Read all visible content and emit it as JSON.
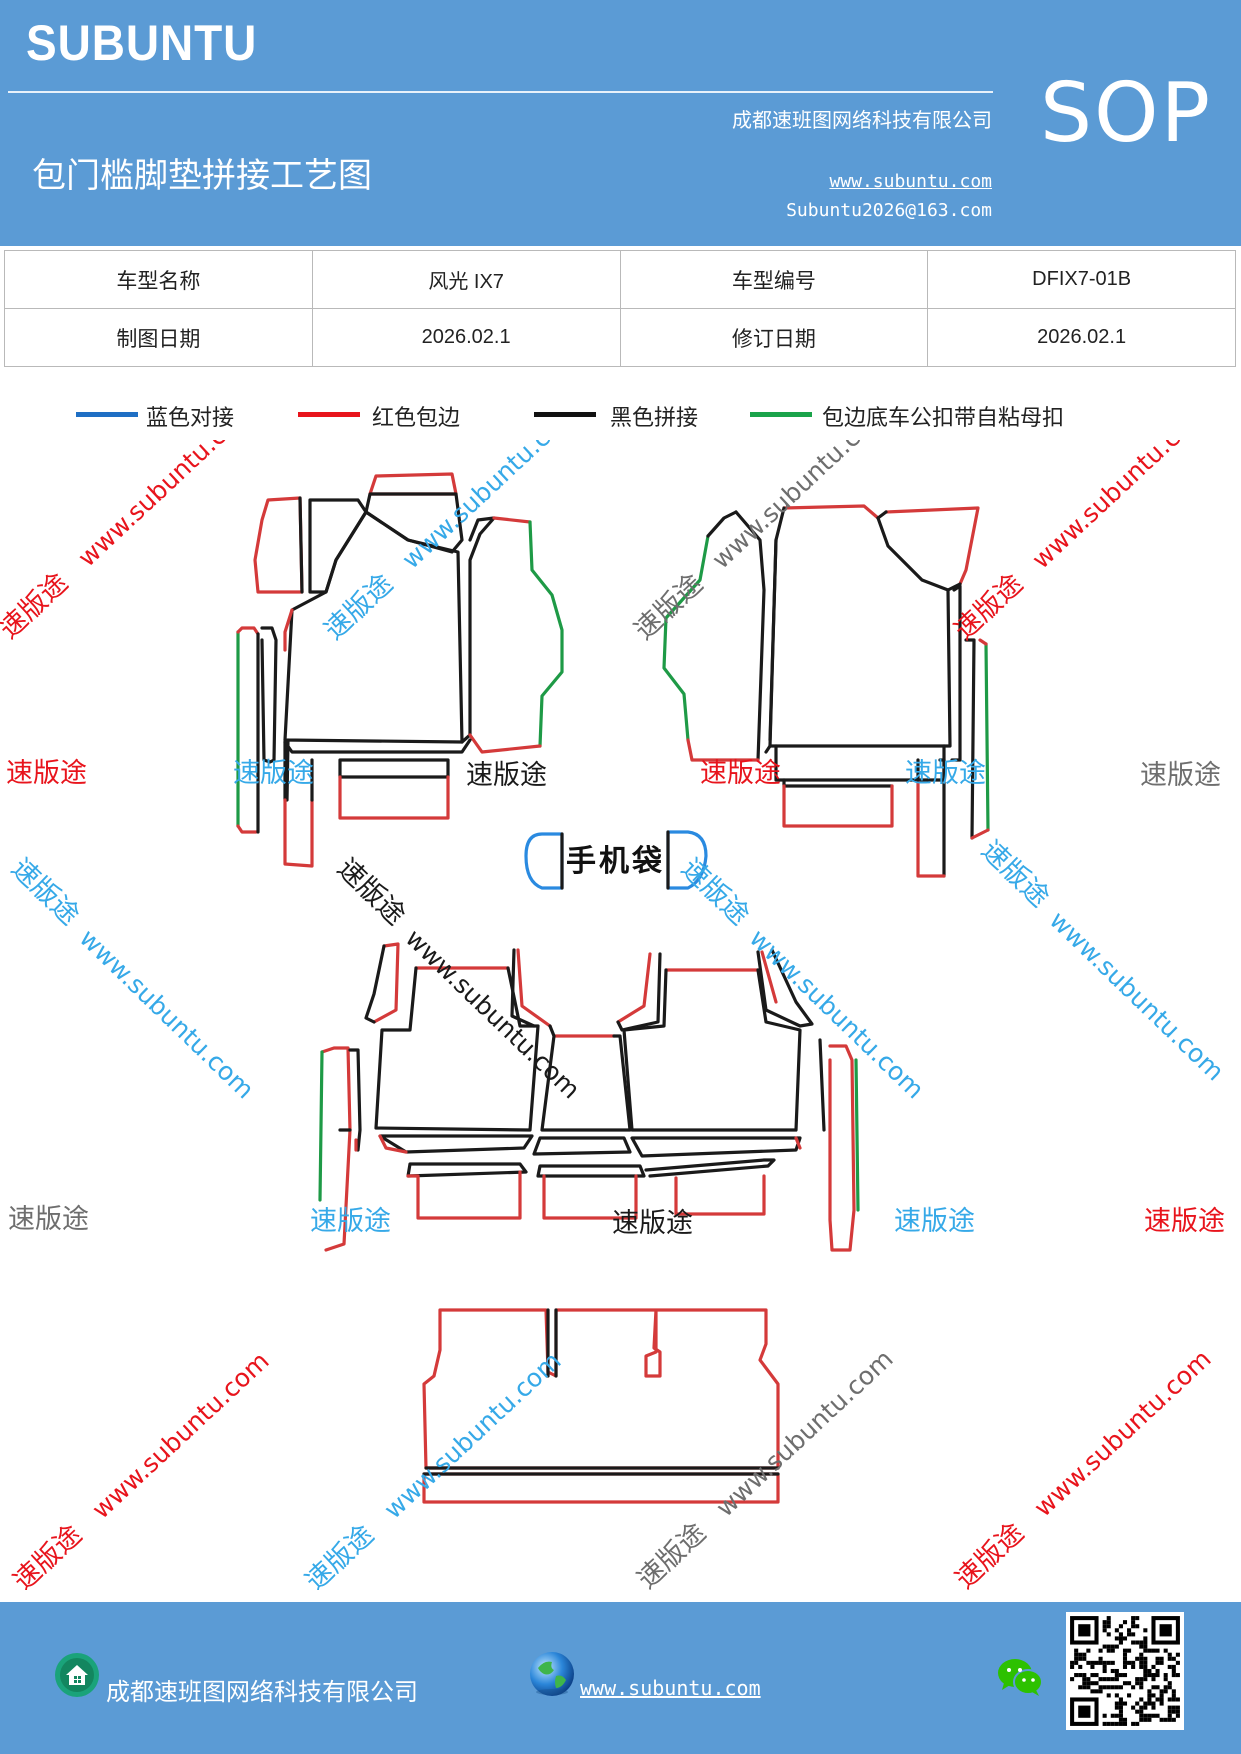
{
  "header": {
    "brand": "SUBUNTU",
    "company": "成都速班图网络科技有限公司",
    "title": "包门槛脚垫拼接工艺图",
    "url": "www.subuntu.com",
    "email": "Subuntu2026@163.com",
    "badge": "SOP"
  },
  "info": {
    "model_name_label": "车型名称",
    "model_name_value": "风光 IX7",
    "model_code_label": "车型编号",
    "model_code_value": "DFIX7-01B",
    "draw_date_label": "制图日期",
    "draw_date_value": "2026.02.1",
    "revise_date_label": "修订日期",
    "revise_date_value": "2026.02.1"
  },
  "legend": [
    {
      "label": "蓝色对接",
      "color": "#1f6fc4"
    },
    {
      "label": "红色包边",
      "color": "#e8141c"
    },
    {
      "label": "黑色拼接",
      "color": "#111111"
    },
    {
      "label": "包边底车公扣带自粘母扣",
      "color": "#1aa34a"
    }
  ],
  "colors": {
    "header_bg": "#5b9bd5",
    "wrap_red": "#d43a3a",
    "seam_black": "#1a1a1a",
    "joint_blue": "#2a8ae0",
    "velcro_green": "#1e9a46",
    "wm_red": "#e8141c",
    "wm_blue": "#36a9e8",
    "wm_gray": "#6e6e6e"
  },
  "diagram": {
    "phone_bag": "手机袋"
  },
  "watermark": {
    "brand": "速版途",
    "url": "www.subuntu.com"
  },
  "footer": {
    "company": "成都速班图网络科技有限公司",
    "url": "www.subuntu.com",
    "home_icon": "home-icon",
    "globe_icon": "globe-icon",
    "wechat_icon": "wechat-icon",
    "qr": "qr-code"
  }
}
